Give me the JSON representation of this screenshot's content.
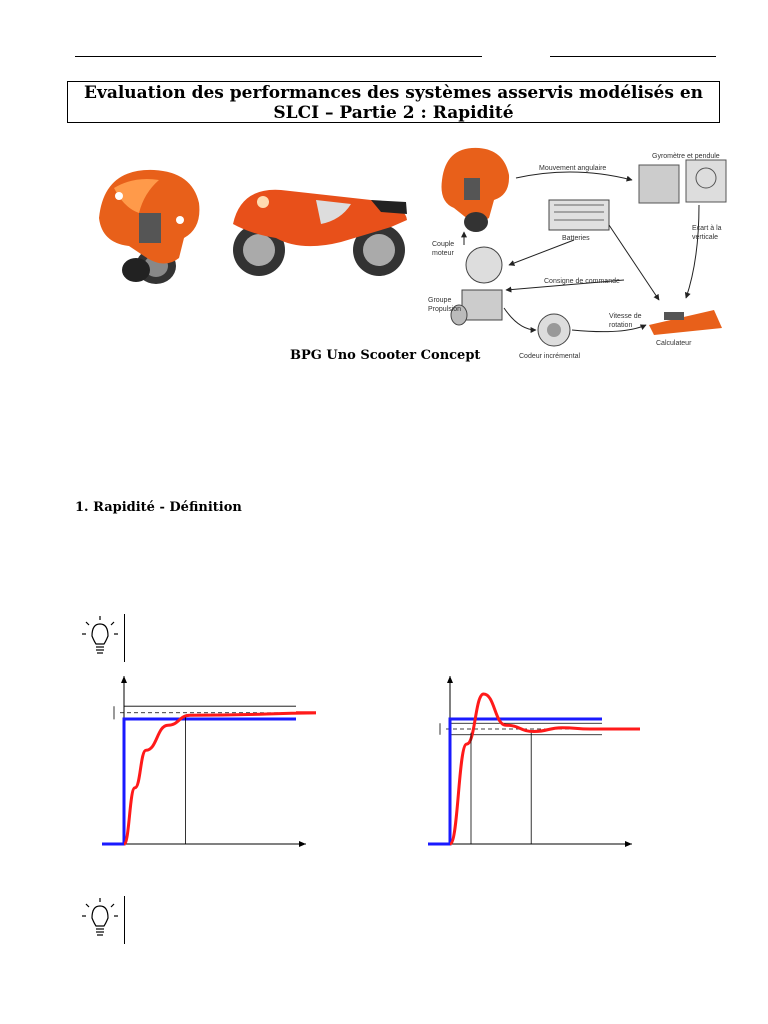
{
  "document": {
    "title_line1": "Evaluation des performances des systèmes asservis modélisés en",
    "title_line2": "SLCI – Partie 2 : Rapidité",
    "caption": "BPG Uno Scooter Concept",
    "section_heading": "1. Rapidité - Définition"
  },
  "diagram": {
    "labels": {
      "mouvement": "Mouvement angulaire",
      "gyrometre": "Gyromètre et pendule",
      "ecart_l1": "Ecart à la",
      "ecart_l2": "verticale",
      "batteries": "Batteries",
      "couple_l1": "Couple",
      "couple_l2": "moteur",
      "consigne": "Consigne de commande",
      "groupe_l1": "Groupe",
      "groupe_l2": "Propulsion",
      "vitesse_l1": "Vitesse de",
      "vitesse_l2": "rotation",
      "calculateur": "Calculateur",
      "codeur": "Codeur incrémental"
    }
  },
  "colors": {
    "input_step": "#1a1aff",
    "response": "#ff1a1a",
    "scooter": "#e8601a"
  },
  "chart_data": [
    {
      "type": "line",
      "series": [
        {
          "values": [
            [
              0,
              0
            ],
            [
              0,
              1
            ],
            [
              10,
              1
            ]
          ]
        },
        {
          "values": [
            [
              0,
              0
            ],
            [
              0.5,
              0.45
            ],
            [
              1,
              0.75
            ],
            [
              2,
              0.95
            ],
            [
              3,
              1.03
            ],
            [
              10,
              1.05
            ]
          ]
        }
      ]
    },
    {
      "type": "line",
      "series": [
        {
          "values": [
            [
              0,
              0
            ],
            [
              0,
              1
            ],
            [
              10,
              1
            ]
          ]
        },
        {
          "values": [
            [
              0,
              0
            ],
            [
              0.6,
              0.8
            ],
            [
              1.2,
              1.2
            ],
            [
              2,
              0.95
            ],
            [
              3,
              0.9
            ],
            [
              4,
              0.93
            ],
            [
              5,
              0.92
            ],
            [
              10,
              0.92
            ]
          ]
        }
      ]
    }
  ]
}
